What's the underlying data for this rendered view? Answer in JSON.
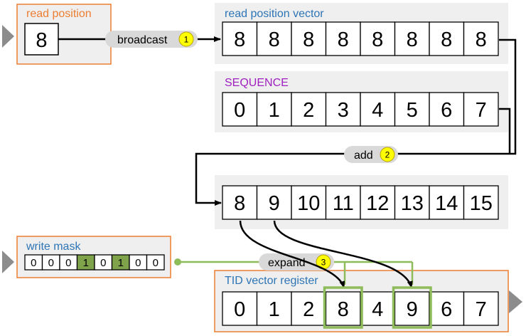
{
  "read_position": {
    "title": "read position",
    "value": "8"
  },
  "read_position_vector": {
    "title": "read position vector",
    "cells": [
      "8",
      "8",
      "8",
      "8",
      "8",
      "8",
      "8",
      "8"
    ]
  },
  "sequence": {
    "title": "SEQUENCE",
    "cells": [
      "0",
      "1",
      "2",
      "3",
      "4",
      "5",
      "6",
      "7"
    ]
  },
  "sum": {
    "cells": [
      "8",
      "9",
      "10",
      "11",
      "12",
      "13",
      "14",
      "15"
    ]
  },
  "write_mask": {
    "title": "write mask",
    "cells": [
      "0",
      "0",
      "0",
      "1",
      "0",
      "1",
      "0",
      "0"
    ],
    "active_indices": [
      3,
      5
    ]
  },
  "tid_vector_register": {
    "title": "TID vector register",
    "cells": [
      "0",
      "1",
      "2",
      "8",
      "4",
      "9",
      "6",
      "7"
    ],
    "highlighted_indices": [
      3,
      5
    ]
  },
  "operations": {
    "broadcast": {
      "label": "broadcast",
      "step": "1"
    },
    "add": {
      "label": "add",
      "step": "2"
    },
    "expand": {
      "label": "expand",
      "step": "3"
    }
  },
  "colors": {
    "orange_border": "#ed7d31",
    "blue_title": "#2e75b6",
    "purple_title": "#a020c0",
    "panel_gray": "#efefef",
    "pill_gray": "#d9d9d9",
    "step_yellow": "#ffff00",
    "mask_green": "#7fa34b",
    "highlight_green": "#8fbc5a"
  }
}
